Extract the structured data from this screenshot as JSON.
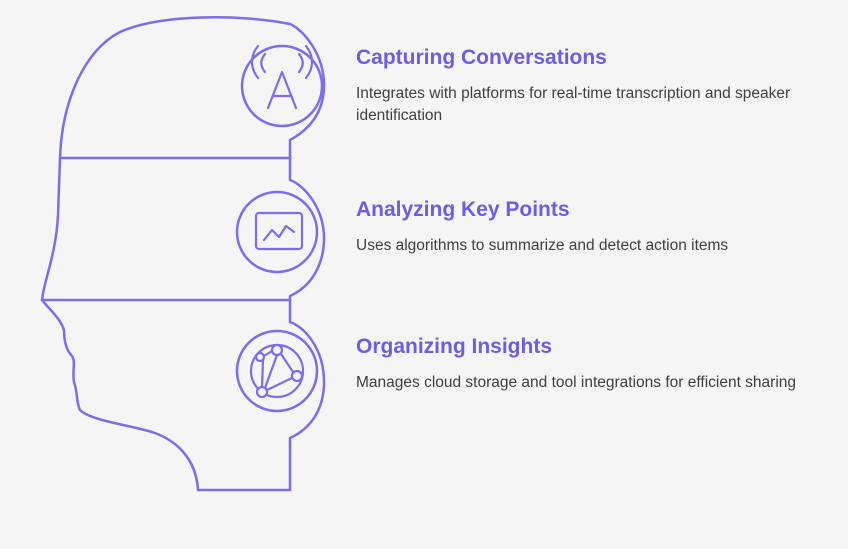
{
  "theme": {
    "accent": "#6c5ce7",
    "line": "#7b6cf0",
    "background": "#f5f5f5",
    "text": "#3f3f3f"
  },
  "sections": [
    {
      "title": "Capturing Conversations",
      "description": "Integrates with platforms for real-time transcription and speaker identification",
      "icon": "speaking-letter-icon"
    },
    {
      "title": "Analyzing Key Points",
      "description": "Uses algorithms to summarize and detect action items",
      "icon": "line-chart-icon"
    },
    {
      "title": "Organizing Insights",
      "description": "Manages cloud storage and tool integrations for efficient sharing",
      "icon": "network-graph-icon"
    }
  ]
}
